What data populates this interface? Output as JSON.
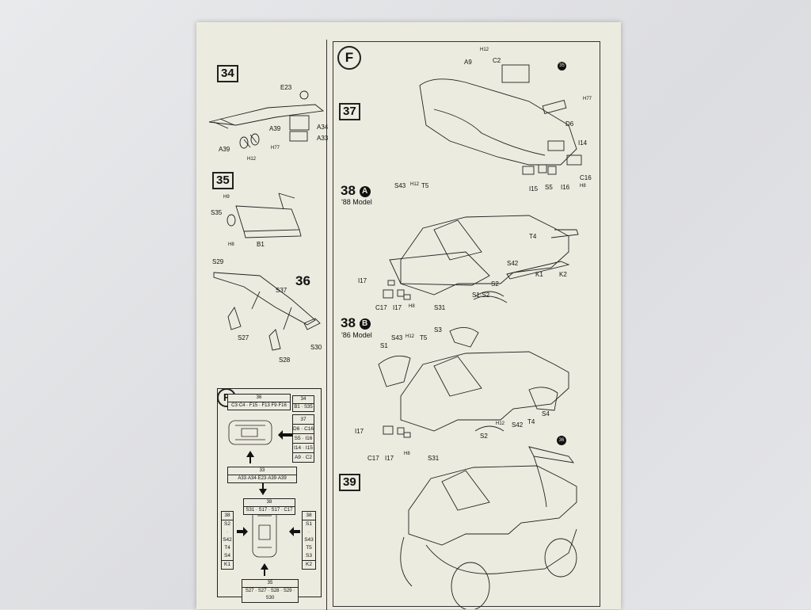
{
  "steps": {
    "s34": "34",
    "s35": "35",
    "s36": "36",
    "s37": "37",
    "s38a": "38",
    "s38b": "38",
    "s39": "39",
    "circle_f": "F",
    "circle_a": "A",
    "circle_b": "B"
  },
  "models": {
    "m88": "'88 Model",
    "m86": "'86 Model"
  },
  "labels34": [
    "E23",
    "A39",
    "A34",
    "A33",
    "A39",
    "H12",
    "H77"
  ],
  "labels35": [
    "H9",
    "S35",
    "H8",
    "B1"
  ],
  "labels36": [
    "S29",
    "S37",
    "S27",
    "S28",
    "S30"
  ],
  "labels37": [
    "H12",
    "A9",
    "C2",
    "35",
    "H77",
    "D6",
    "I14",
    "C16",
    "I15",
    "S5",
    "I16",
    "H8"
  ],
  "labels38a": [
    "S43",
    "H12",
    "T5",
    "T4",
    "S42",
    "I17",
    "C17",
    "I17",
    "H8",
    "S31",
    "S2",
    "K1",
    "K2",
    "S1·S2"
  ],
  "labels38b": [
    "S43",
    "H12",
    "T5",
    "S3",
    "S1",
    "I17",
    "C17",
    "I17",
    "H8",
    "S31",
    "S2",
    "S42",
    "T4",
    "S4",
    "H12"
  ],
  "label39": "36",
  "flow": {
    "title": "F",
    "top": {
      "num": "36",
      "parts": "C3·C4 · F15 · F13 F9·F16"
    },
    "topright": {
      "num": "34",
      "parts": "B1 · S35"
    },
    "right37": {
      "num": "37",
      "parts": [
        "D6 · C16",
        "S5 · I16",
        "I14 · I15",
        "A9 · C2"
      ]
    },
    "mid": {
      "num": "33",
      "parts": "A33·A34·E23·A39·A39"
    },
    "lower": {
      "num": "38",
      "parts": "S31 · S17 · S17 · C17"
    },
    "left": {
      "num": "38",
      "parts": [
        "S2",
        "·",
        "S42",
        "T4",
        "S4",
        "K1"
      ]
    },
    "right": {
      "num": "38",
      "parts": [
        "S1",
        "·",
        "S43",
        "T5",
        "S3",
        "K2"
      ]
    },
    "bottom": {
      "num": "35",
      "parts": "S27 · S27 · S28 · S29 · S30"
    }
  }
}
